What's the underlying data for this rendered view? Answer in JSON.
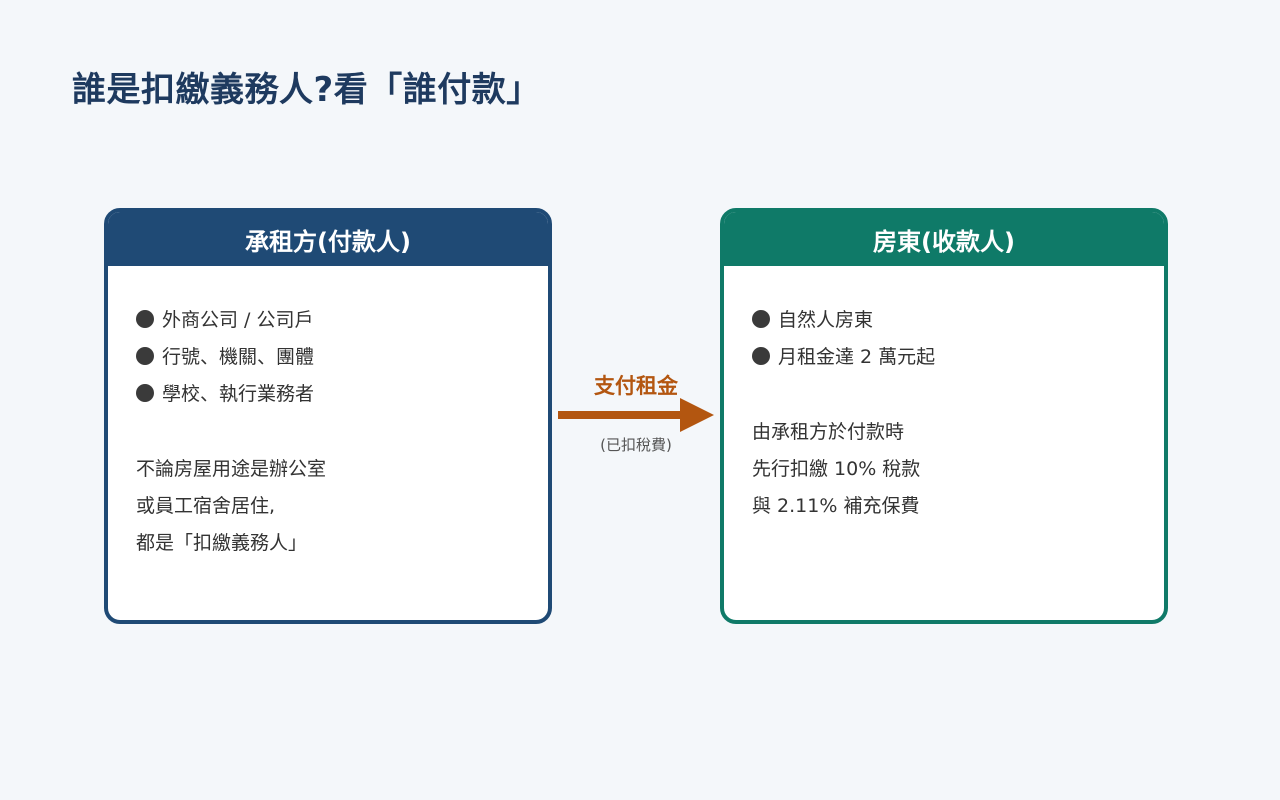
{
  "title": "誰是扣繳義務人?看「誰付款」",
  "colors": {
    "payer_accent": "#1f4a75",
    "payee_accent": "#0f7a68",
    "arrow": "#b35610",
    "background": "#f4f7fa"
  },
  "payer": {
    "header": "承租方(付款人)",
    "items": [
      {
        "label": "外商公司 / 公司戶"
      },
      {
        "label": "行號、機關、團體"
      },
      {
        "label": "學校、執行業務者"
      }
    ],
    "description": [
      "不論房屋用途是辦公室",
      "或員工宿舍居住,",
      "都是「扣繳義務人」"
    ]
  },
  "flow": {
    "label": "支付租金",
    "note": "(已扣稅費)"
  },
  "payee": {
    "header": "房東(收款人)",
    "items": [
      {
        "label": "自然人房東"
      },
      {
        "label": "月租金達 2 萬元起"
      }
    ],
    "description": [
      "由承租方於付款時",
      "先行扣繳 10% 稅款",
      "與 2.11% 補充保費"
    ]
  }
}
